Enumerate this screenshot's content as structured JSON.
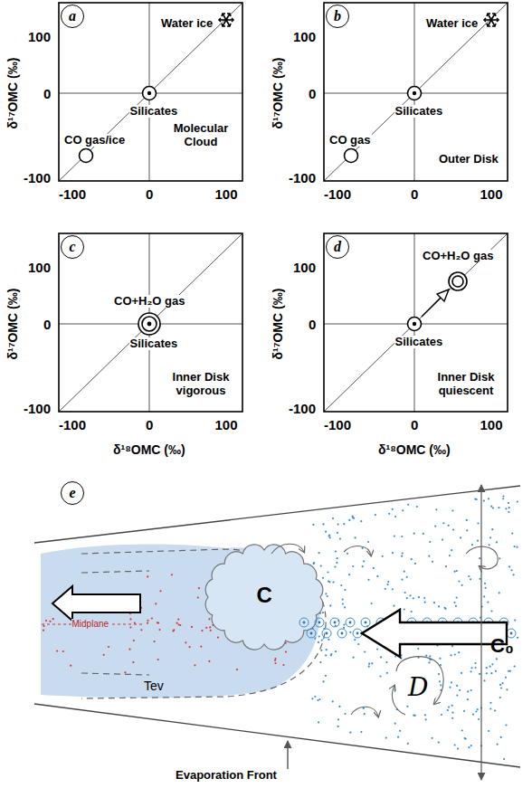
{
  "diagram": {
    "nodes": [
      {
        "text": [
          "a"
        ]
      },
      {
        "text": [
          "b"
        ]
      },
      {
        "text": [
          "c"
        ]
      },
      {
        "text": [
          "d"
        ]
      },
      {
        "text": [
          "e"
        ]
      }
    ],
    "labels": [
      "100",
      "0",
      "-100",
      "-100",
      "0",
      "100",
      "δ¹⁷OMC (‰)",
      "Water ice",
      "Silicates",
      "CO gas/ice",
      "Molecular Cloud",
      "100",
      "0",
      "-100",
      "-100",
      "0",
      "100",
      "δ¹⁷OMC (‰)",
      "Water ice",
      "Silicates",
      "CO gas",
      "Outer Disk",
      "100",
      "0",
      "-100",
      "-100",
      "0",
      "100",
      "δ¹⁷OMC (‰)",
      "δ¹⁸OMC (‰)",
      "CO+H₂O gas",
      "Silicates",
      "Inner Disk vigorous",
      "100",
      "0",
      "-100",
      "-100",
      "0",
      "100",
      "δ¹⁷OMC (‰)",
      "δ¹⁸OMC (‰)",
      "CO+H₂O gas",
      "Silicates",
      "Inner Disk quiescent",
      "C",
      "Midplane",
      "Tev",
      "C₀",
      "D",
      "Evaporation Front"
    ]
  }
}
